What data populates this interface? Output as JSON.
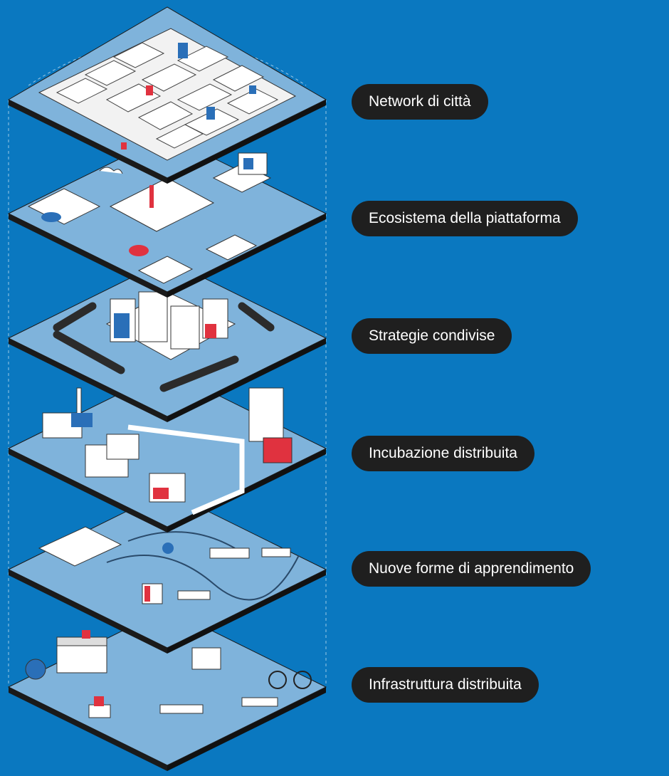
{
  "layers": [
    {
      "label": "Network di città",
      "icon": "city-network-icon"
    },
    {
      "label": "Ecosistema della piattaforma",
      "icon": "platform-ecosystem-icon"
    },
    {
      "label": "Strategie condivise",
      "icon": "shared-strategies-icon"
    },
    {
      "label": "Incubazione distribuita",
      "icon": "distributed-incubation-icon"
    },
    {
      "label": "Nuove forme di apprendimento",
      "icon": "learning-forms-icon"
    },
    {
      "label": "Infrastruttura distribuita",
      "icon": "distributed-infrastructure-icon"
    }
  ],
  "colors": {
    "background": "#0a78c0",
    "platform_top": "#7fb3db",
    "platform_edge": "#1a1a1a",
    "pill_bg": "#1f1f1f",
    "pill_text": "#ffffff",
    "accent_red": "#e0323f",
    "accent_blue": "#2a6fb8",
    "white": "#ffffff"
  }
}
